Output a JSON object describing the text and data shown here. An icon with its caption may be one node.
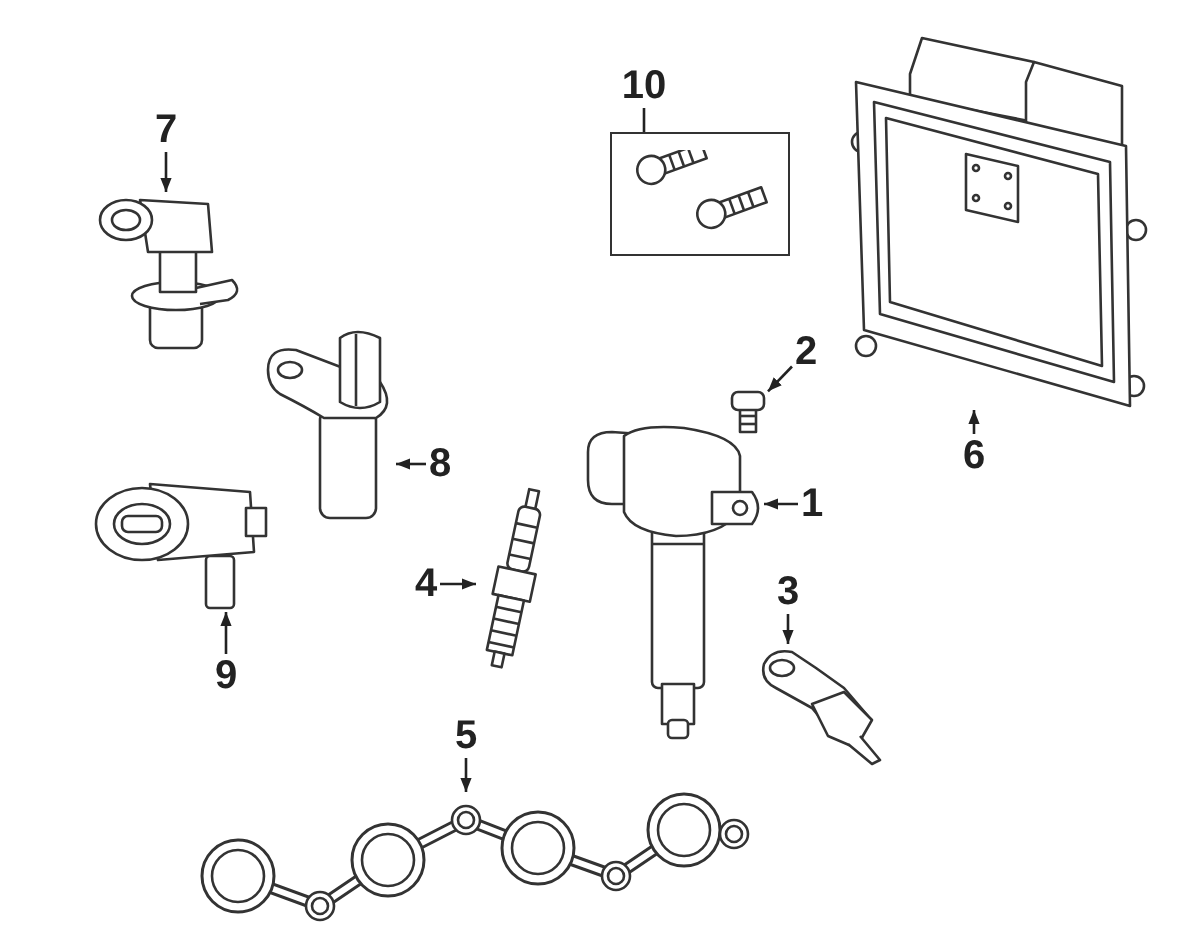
{
  "diagram": {
    "nodes": [
      {
        "text": [
          "1"
        ]
      },
      {
        "text": [
          "2"
        ]
      },
      {
        "text": [
          "3"
        ]
      },
      {
        "text": [
          "4"
        ]
      },
      {
        "text": [
          "5"
        ]
      },
      {
        "text": [
          "6"
        ]
      },
      {
        "text": [
          "7"
        ]
      },
      {
        "text": [
          "8"
        ]
      },
      {
        "text": [
          "9"
        ]
      },
      {
        "text": [
          "10"
        ]
      },
      {
        "text": [],
        "shape": "picture"
      },
      {
        "text": [],
        "shape": "picture"
      },
      {
        "text": [],
        "shape": "picture"
      },
      {
        "text": [],
        "shape": "picture"
      },
      {
        "text": [],
        "shape": "picture"
      },
      {
        "text": [],
        "shape": "picture"
      },
      {
        "text": [],
        "shape": "picture"
      },
      {
        "text": [],
        "shape": "picture"
      },
      {
        "text": [],
        "shape": "picture"
      },
      {
        "text": [],
        "shape": "box"
      }
    ],
    "edges": [
      {
        "from": 0,
        "to": 10,
        "arrow": "to"
      },
      {
        "from": 1,
        "to": 11,
        "arrow": "to"
      },
      {
        "from": 2,
        "to": 12,
        "arrow": "to"
      },
      {
        "from": 3,
        "to": 13,
        "arrow": "to"
      },
      {
        "from": 4,
        "to": 14,
        "arrow": "to"
      },
      {
        "from": 5,
        "to": 15,
        "arrow": "to"
      },
      {
        "from": 6,
        "to": 16,
        "arrow": "to"
      },
      {
        "from": 7,
        "to": 17,
        "arrow": "to"
      },
      {
        "from": 8,
        "to": 18,
        "arrow": "to"
      },
      {
        "from": 9,
        "to": 19,
        "arrow": "none"
      }
    ]
  }
}
